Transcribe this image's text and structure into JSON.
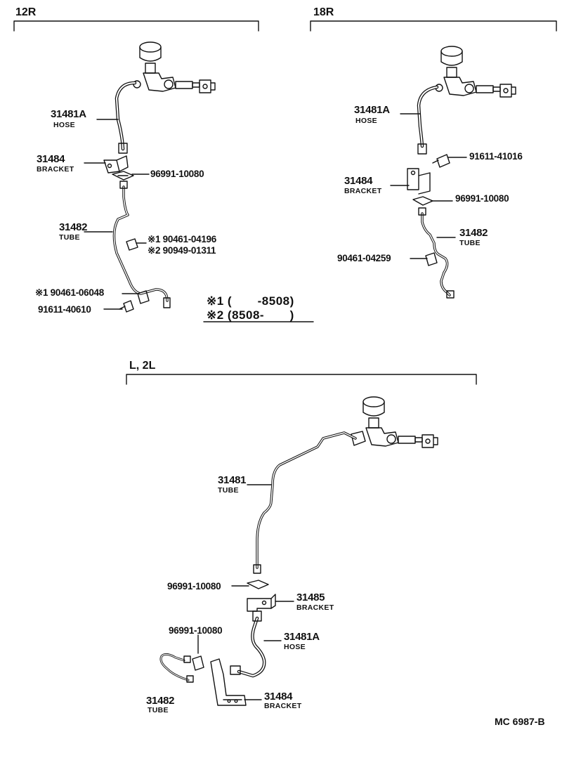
{
  "sections": {
    "s12r": "12R",
    "s18r": "18R",
    "sl2l": "L, 2L"
  },
  "s12r": {
    "hose_pn": "31481A",
    "hose_name": "HOSE",
    "bracket_pn": "31484",
    "bracket_name": "BRACKET",
    "clip_pn": "96991-10080",
    "tube_pn": "31482",
    "tube_name": "TUBE",
    "clamp1": "※1 90461-04196",
    "clamp2": "※2 90949-01311",
    "clamp3": "※1  90461-06048",
    "bolt_pn": "91611-40610"
  },
  "notes": {
    "n1": "※1 (       -8508)",
    "n2": "※2 (8508-       )"
  },
  "s18r": {
    "hose_pn": "31481A",
    "hose_name": "HOSE",
    "bolt_pn": "91611-41016",
    "bracket_pn": "31484",
    "bracket_name": "BRACKET",
    "clip_pn": "96991-10080",
    "tube_pn": "31482",
    "tube_name": "TUBE",
    "clamp_pn": "90461-04259"
  },
  "sl2l": {
    "tube_pn": "31481",
    "tube_name": "TUBE",
    "clip_pn": "96991-10080",
    "bracket2_pn": "31485",
    "bracket2_name": "BRACKET",
    "clip2_pn": "96991-10080",
    "hose_pn": "31481A",
    "hose_name": "HOSE",
    "tube2_pn": "31482",
    "tube2_name": "TUBE",
    "bracket_pn": "31484",
    "bracket_name": "BRACKET"
  },
  "footer": {
    "ref": "MC 6987-B"
  }
}
